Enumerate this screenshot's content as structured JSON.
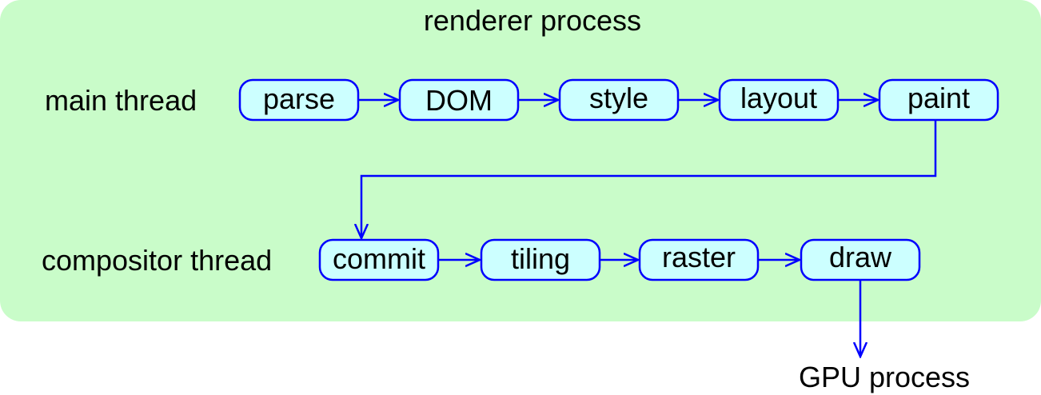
{
  "diagram": {
    "region_title": "renderer process",
    "main_thread": {
      "label": "main thread",
      "nodes": [
        "parse",
        "DOM",
        "style",
        "layout",
        "paint"
      ]
    },
    "compositor_thread": {
      "label": "compositor thread",
      "nodes": [
        "commit",
        "tiling",
        "raster",
        "draw"
      ]
    },
    "output_label": "GPU process",
    "colors": {
      "region_fill": "#c9fcc9",
      "node_fill": "#ccffff",
      "node_stroke": "#0000ff",
      "arrow": "#0000ff",
      "text": "#000000"
    }
  }
}
